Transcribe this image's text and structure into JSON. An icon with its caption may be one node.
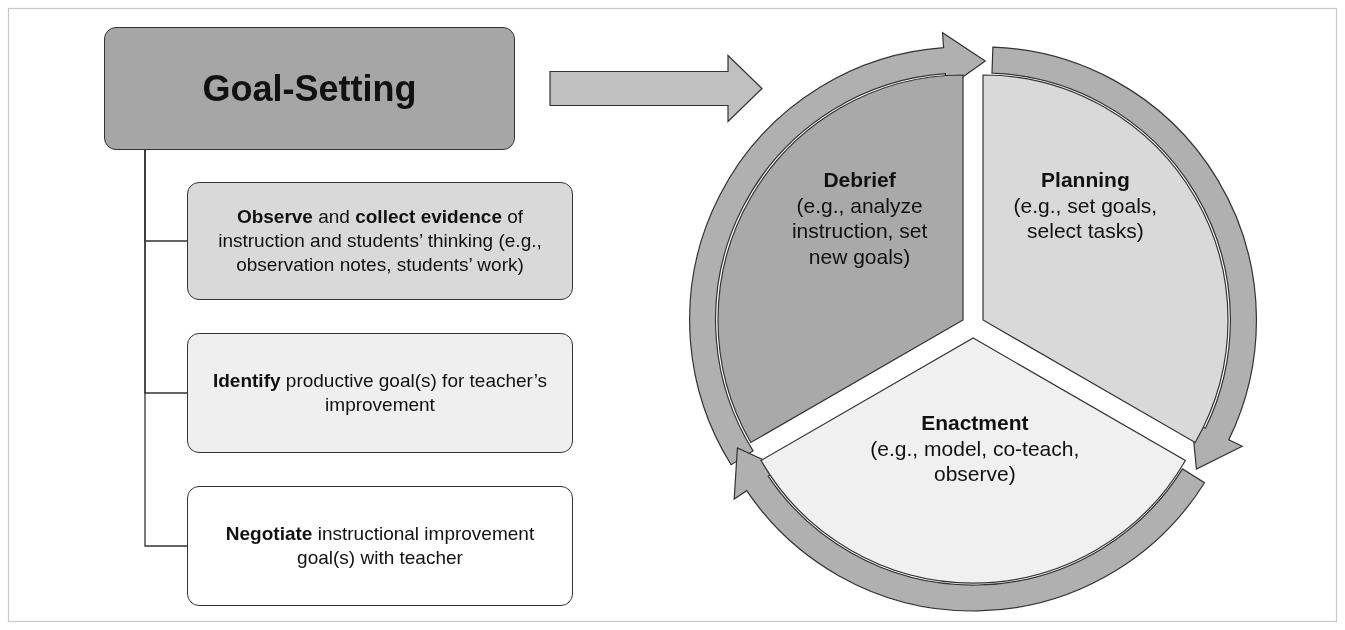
{
  "diagram": {
    "nodes": [
      {
        "text": [
          "Goal-Setting"
        ]
      },
      {
        "text": [
          "**Observe** and **collect evidence** of instruction and students’ thinking (e.g., observation notes, students’ work)"
        ]
      },
      {
        "text": [
          "**Identify** productive goal(s) for teacher’s improvement"
        ]
      },
      {
        "text": [
          "**Negotiate** instructional improvement goal(s) with teacher"
        ]
      },
      {
        "text": [
          "Debrief",
          "(e.g., analyze instruction, set new goals)"
        ]
      },
      {
        "text": [
          "Planning",
          "(e.g., set goals, select tasks)"
        ]
      },
      {
        "text": [
          "Enactment",
          "(e.g., model, co-teach, observe)"
        ]
      }
    ],
    "edges": [
      {
        "from": 0,
        "to": 1,
        "arrow": "none"
      },
      {
        "from": 0,
        "to": 2,
        "arrow": "none"
      },
      {
        "from": 0,
        "to": 3,
        "arrow": "none"
      },
      {
        "from": 0,
        "to": 4,
        "arrow": "to"
      },
      {
        "from": 4,
        "to": 5,
        "arrow": "to"
      },
      {
        "from": 5,
        "to": 6,
        "arrow": "to"
      },
      {
        "from": 6,
        "to": 4,
        "arrow": "to"
      }
    ]
  }
}
